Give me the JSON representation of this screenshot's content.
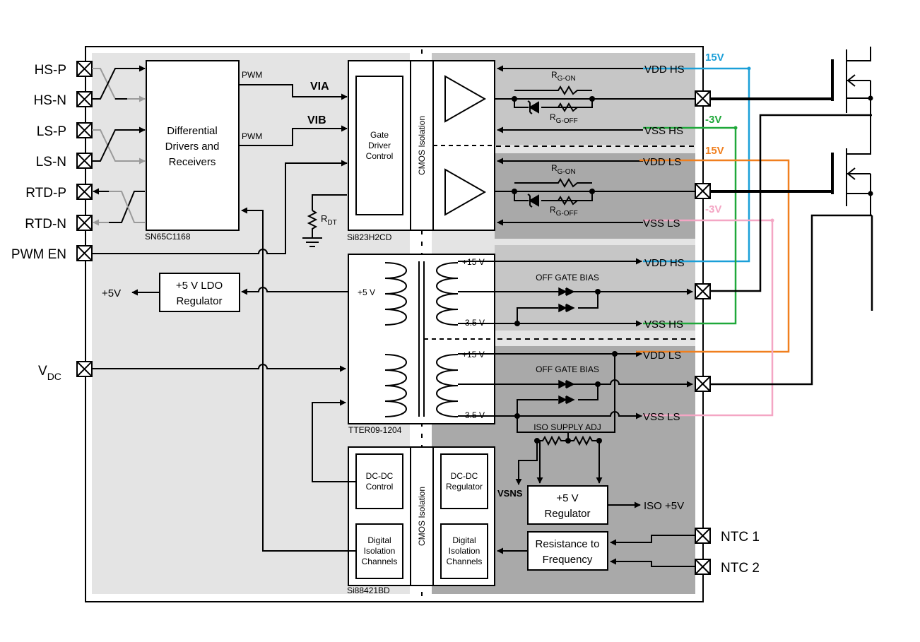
{
  "colors": {
    "outer_bg": "#e4e4e4",
    "hs_bg": "#c6c6c6",
    "ls_bg": "#a9a9a9",
    "vdd_hs_15v": "#1a9fd8",
    "vss_hs_neg3v": "#1fa83a",
    "vdd_ls_15v": "#f07f1e",
    "vss_ls_neg3v": "#f4a6c4",
    "grey_wire": "#9a9a9a"
  },
  "pins_left": {
    "hs_p": "HS-P",
    "hs_n": "HS-N",
    "ls_p": "LS-P",
    "ls_n": "LS-N",
    "rtd_p": "RTD-P",
    "rtd_n": "RTD-N",
    "pwm_en": "PWM EN",
    "vdc_main": "V",
    "vdc_sub": "DC"
  },
  "pins_right": {
    "ntc1": "NTC 1",
    "ntc2": "NTC 2"
  },
  "blocks": {
    "transceiver_line1": "Differential",
    "transceiver_line2": "Drivers and",
    "transceiver_line3": "Receivers",
    "transceiver_part": "SN65C1168",
    "ldo_line1": "+5 V LDO",
    "ldo_line2": "Regulator",
    "ldo_out": "+5V",
    "gate_ctrl_line1": "Gate",
    "gate_ctrl_line2": "Driver",
    "gate_ctrl_line3": "Control",
    "cmos_iso": "CMOS Isolation",
    "gate_driver_part": "Si823H2CD",
    "transformer_part": "TTER09-1204",
    "dcdc_ctrl_line1": "DC-DC",
    "dcdc_ctrl_line2": "Control",
    "dig_iso_line1": "Digital",
    "dig_iso_line2": "Isolation",
    "dig_iso_line3": "Channels",
    "dcdc_reg_line1": "DC-DC",
    "dcdc_reg_line2": "Regulator",
    "iso_part": "Si88421BD",
    "reg5_line1": "+5 V",
    "reg5_line2": "Regulator",
    "iso5v": "ISO +5V",
    "rtf_line1": "Resistance to",
    "rtf_line2": "Frequency"
  },
  "labels": {
    "pwm1": "PWM",
    "pwm2": "PWM",
    "via": "VIA",
    "vib": "VIB",
    "rdt_main": "R",
    "rdt_sub": "DT",
    "rg_on_main": "R",
    "rg_on_sub": "G-ON",
    "rg_off_main": "R",
    "rg_off_sub": "G-OFF",
    "vdd_hs": "VDD HS",
    "vss_hs": "VSS HS",
    "vdd_ls": "VDD LS",
    "vss_ls": "VSS LS",
    "v15_a": "15V",
    "vneg3_a": "-3V",
    "v15_b": "15V",
    "vneg3_b": "-3V",
    "plus5v_in": "+5 V",
    "plus15v_hs": "+15 V",
    "neg35v_hs": "-3.5 V",
    "plus15v_ls": "+15 V",
    "neg35v_ls": "-3.5 V",
    "off_gate_bias_hs": "OFF GATE BIAS",
    "off_gate_bias_ls": "OFF GATE BIAS",
    "iso_supply_adj": "ISO SUPPLY ADJ",
    "vsns": "VSNS"
  }
}
